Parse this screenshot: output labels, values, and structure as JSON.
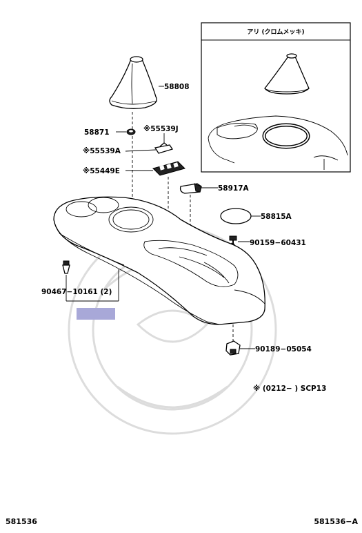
{
  "inset": {
    "title": "アリ (クロムメッキ)"
  },
  "labels": {
    "p58808": "58808",
    "p58871": "58871",
    "p55539J": "※55539J",
    "p55539A": "※55539A",
    "p55449E": "※55449E",
    "p58917A": "58917A",
    "p58815A": "58815A",
    "p90159": "90159−60431",
    "p90467": "90467−10161 (2)",
    "p90189": "90189−05054"
  },
  "note": {
    "text": "※ (0212−      ) SCP13"
  },
  "footer": {
    "left": "581536",
    "right": "581536−A"
  },
  "colors": {
    "highlight": "#a8a8d8"
  }
}
